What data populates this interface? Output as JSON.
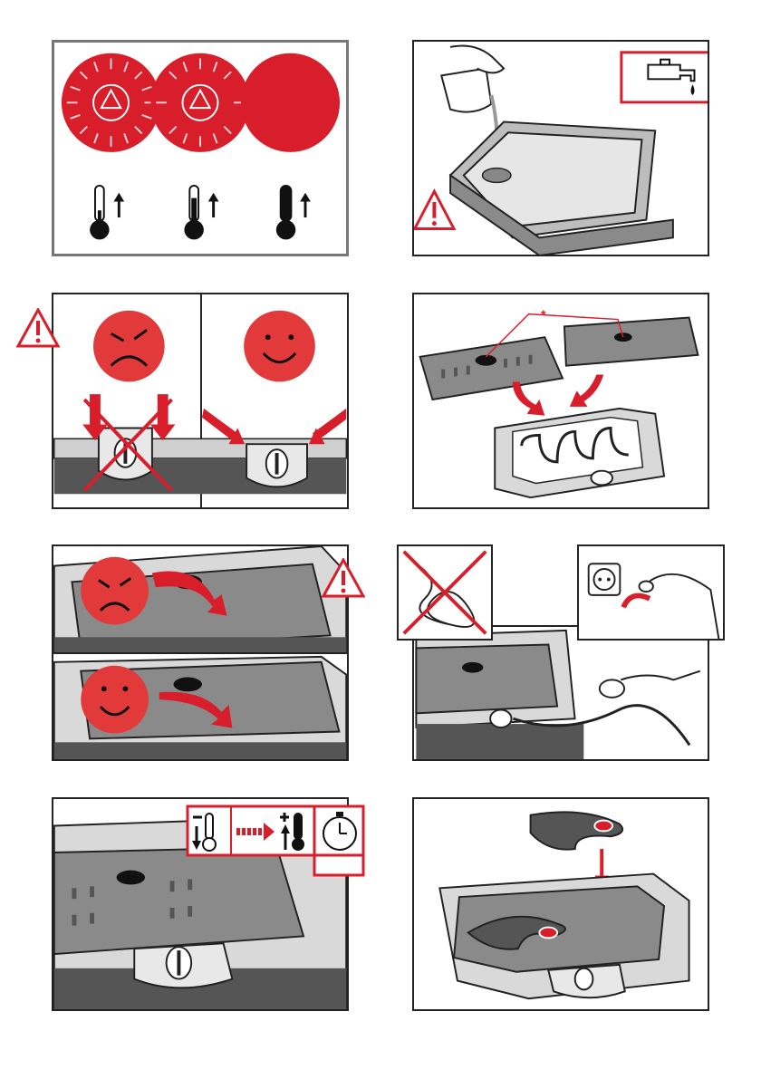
{
  "colors": {
    "accent": "#d81e2b",
    "outline": "#222222",
    "grill_gray": "#8a8a8a",
    "dark_gray": "#555555",
    "light_gray": "#d9d9d9"
  },
  "panels": [
    {
      "id": "thermostat-settings",
      "icons": [
        "temp-low-icon",
        "temp-mid-icon",
        "temp-high-icon"
      ]
    },
    {
      "id": "fill-water-tray",
      "icons": [
        "water-tap-icon",
        "warning-icon"
      ]
    },
    {
      "id": "assemble-control-unit",
      "icons": [
        "warning-icon",
        "angry-face-icon",
        "happy-face-icon"
      ]
    },
    {
      "id": "insert-plates",
      "marker": "*"
    },
    {
      "id": "plate-orientation",
      "icons": [
        "warning-icon",
        "angry-face-icon",
        "happy-face-icon"
      ]
    },
    {
      "id": "plug-in-appliance",
      "icons": [
        "tangled-cord-icon",
        "wall-socket-icon"
      ]
    },
    {
      "id": "preheat",
      "icons": [
        "temp-down-icon",
        "arrow-right-icon",
        "temp-up-icon",
        "stopwatch-icon"
      ]
    },
    {
      "id": "place-food",
      "icons": [
        "steak-icon"
      ]
    }
  ]
}
